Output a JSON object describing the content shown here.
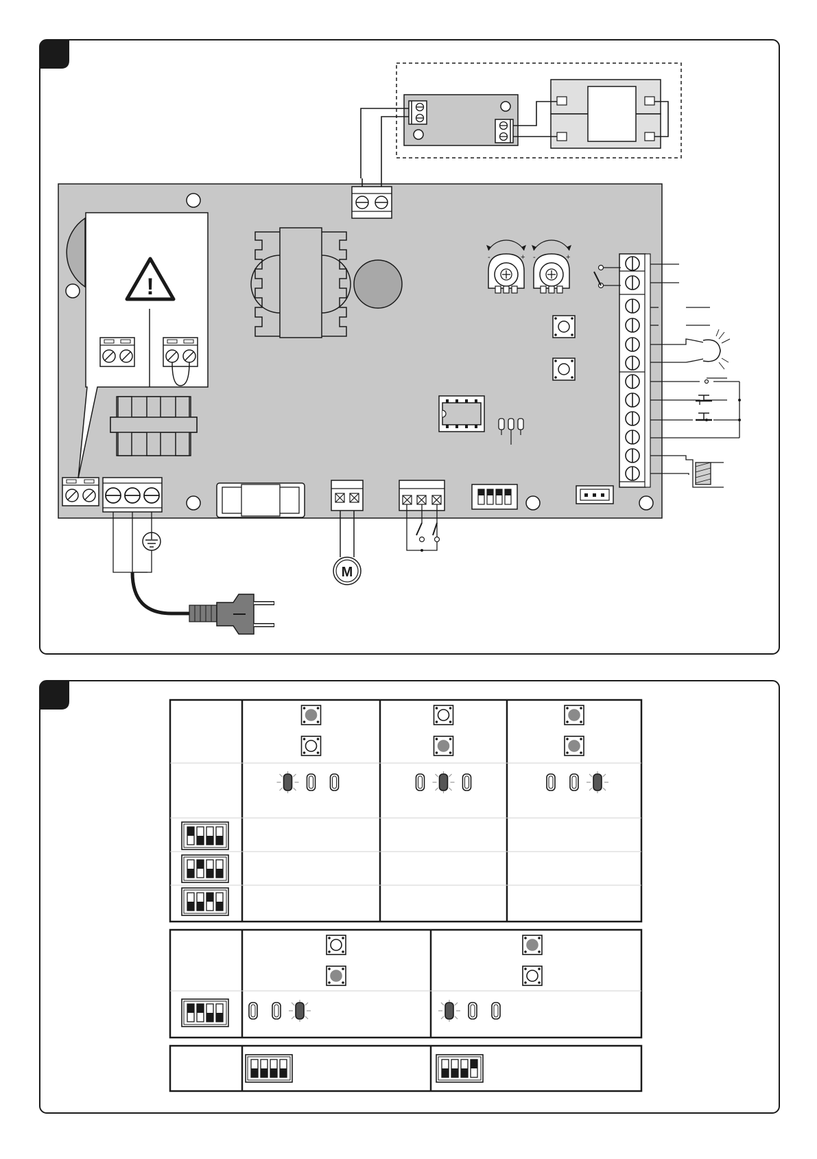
{
  "figure1": {
    "badge": "",
    "motor_label": "M",
    "warning_symbol": "!"
  },
  "figure2": {
    "badge": "",
    "table_top": {
      "columns": 3,
      "lit_led_index": [
        0,
        1,
        2
      ],
      "button_states": [
        [
          "filled",
          "hollow"
        ],
        [
          "hollow",
          "filled"
        ],
        [
          "filled",
          "filled"
        ]
      ],
      "dip_rows": [
        [
          true,
          false,
          false,
          false
        ],
        [
          false,
          true,
          false,
          false
        ],
        [
          false,
          false,
          true,
          false
        ]
      ]
    },
    "table_mid": {
      "columns": 2,
      "lit_led_index": [
        2,
        0
      ],
      "button_states": [
        [
          "hollow",
          "filled"
        ],
        [
          "filled",
          "hollow"
        ]
      ],
      "dip_row": [
        true,
        true,
        false,
        false
      ]
    },
    "table_bot": {
      "dip_rows": [
        [
          false,
          false,
          false,
          false
        ],
        [
          false,
          false,
          false,
          true
        ]
      ]
    }
  },
  "colors": {
    "board": "#c8c8c8",
    "line": "#1a1a1a",
    "button_dot": "#8a8a8a",
    "led_lit": "#555555"
  }
}
